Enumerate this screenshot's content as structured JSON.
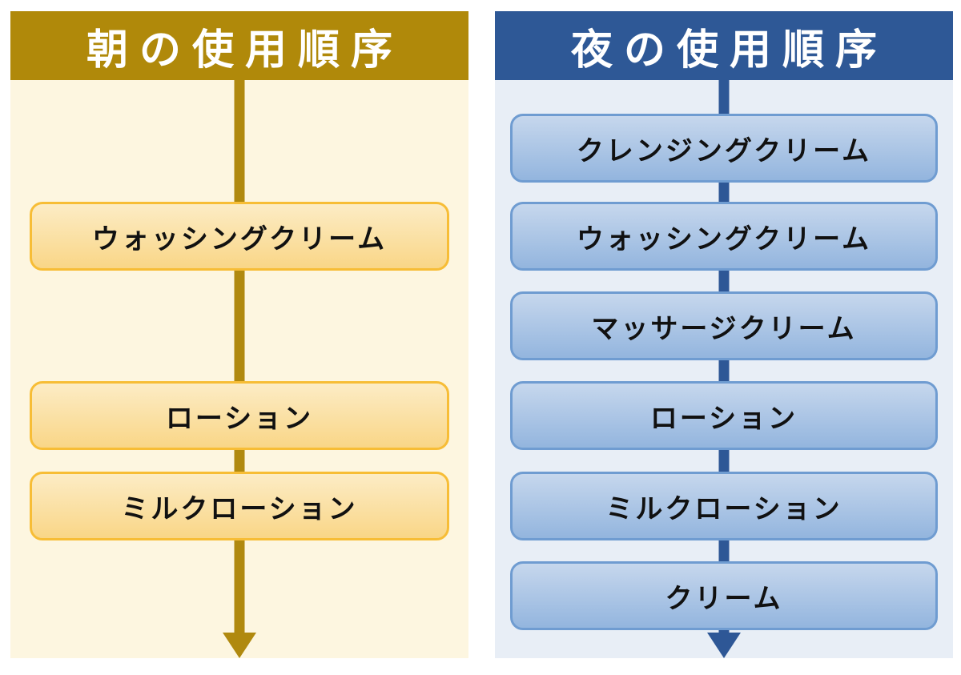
{
  "morning": {
    "title": "朝の使用順序",
    "items": [
      {
        "label": "ウォッシングクリーム"
      },
      {
        "label": "ローション"
      },
      {
        "label": "ミルクローション"
      }
    ],
    "colors": {
      "header": "#B0890A",
      "panel_bg": "#FDF6E0",
      "box_border": "#F7BD36",
      "box_top": "#FCECC5",
      "box_bottom": "#F9D687",
      "arrow": "#B0890F",
      "text": "#111111",
      "title_text": "#FFFFFF"
    }
  },
  "night": {
    "title": "夜の使用順序",
    "items": [
      {
        "label": "クレンジングクリーム"
      },
      {
        "label": "ウォッシングクリーム"
      },
      {
        "label": "マッサージクリーム"
      },
      {
        "label": "ローション"
      },
      {
        "label": "ミルクローション"
      },
      {
        "label": "クリーム"
      }
    ],
    "colors": {
      "header": "#2E5896",
      "panel_bg": "#E8EEF6",
      "box_border": "#6F9CD1",
      "box_top": "#C6D7ED",
      "box_bottom": "#93B5DE",
      "arrow": "#2E5796",
      "text": "#111111",
      "title_text": "#FFFFFF"
    }
  }
}
